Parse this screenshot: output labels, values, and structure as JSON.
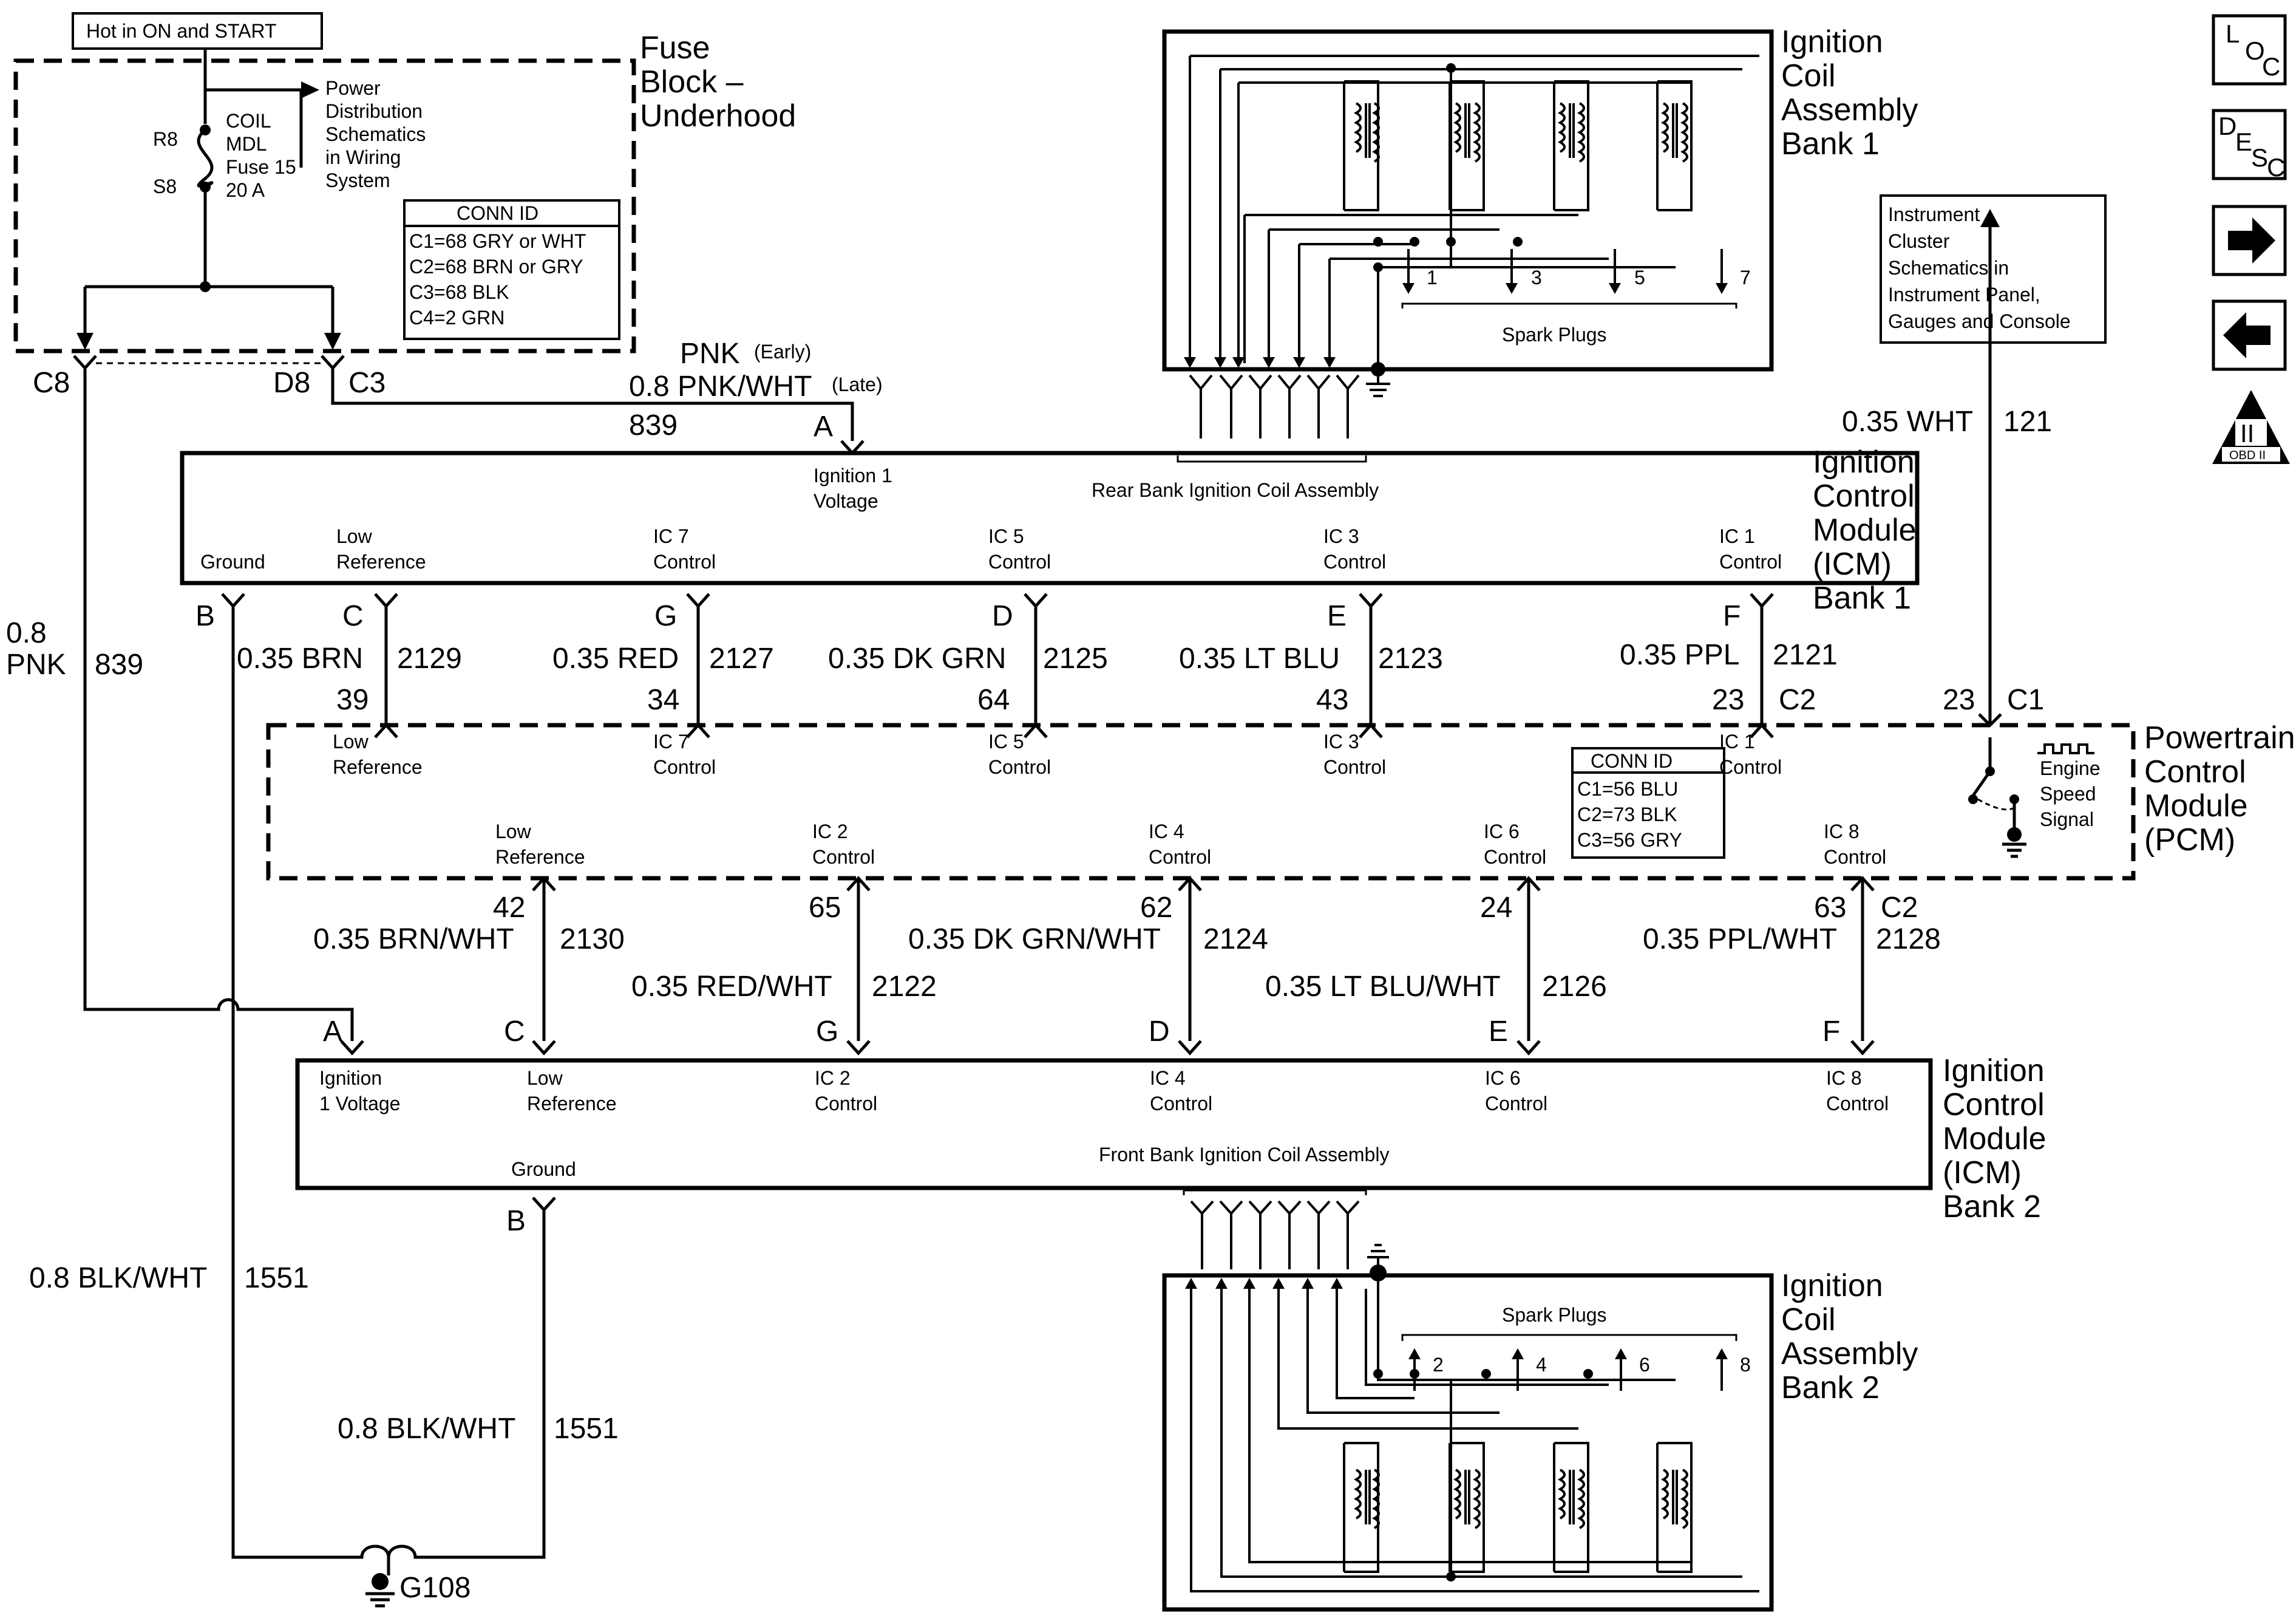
{
  "fuse_block": {
    "hot_label": "Hot in ON and START",
    "title": [
      "Fuse",
      "Block –",
      "Underhood"
    ],
    "power_dist": [
      "Power",
      "Distribution",
      "Schematics",
      "in Wiring",
      "System"
    ],
    "fuse": [
      "COIL",
      "MDL",
      "Fuse 15",
      "20 A"
    ],
    "r8": "R8",
    "s8": "S8",
    "conn_title": "CONN ID",
    "conn": [
      "C1=68 GRY or WHT",
      "C2=68 BRN or GRY",
      "C3=68 BLK",
      "C4=2 GRN"
    ],
    "c8": "C8",
    "d8": "D8",
    "c3": "C3"
  },
  "feed": {
    "pnk": "PNK",
    "early": "(Early)",
    "pnk_wht": "0.8 PNK/WHT",
    "late": "(Late)",
    "circuit": "839",
    "pin": "A"
  },
  "left_feed": {
    "gauge": "0.8",
    "color": "PNK",
    "circuit": "839"
  },
  "icm1": {
    "title": [
      "Ignition",
      "Control",
      "Module",
      "(ICM)",
      "Bank 1"
    ],
    "ignition_voltage": [
      "Ignition 1",
      "Voltage"
    ],
    "coil_assembly": "Rear Bank Ignition Coil  Assembly",
    "ground": "Ground",
    "low_ref": [
      "Low",
      "Reference"
    ],
    "ic7": [
      "IC 7",
      "Control"
    ],
    "ic5": [
      "IC 5",
      "Control"
    ],
    "ic3": [
      "IC 3",
      "Control"
    ],
    "ic1": [
      "IC 1",
      "Control"
    ],
    "pins": [
      "B",
      "C",
      "G",
      "D",
      "E",
      "F"
    ]
  },
  "wires_upper": [
    {
      "color": "0.35 BRN",
      "circuit": "2129",
      "pcm_pin": "39"
    },
    {
      "color": "0.35 RED",
      "circuit": "2127",
      "pcm_pin": "34"
    },
    {
      "color": "0.35 DK GRN",
      "circuit": "2125",
      "pcm_pin": "64"
    },
    {
      "color": "0.35 LT BLU",
      "circuit": "2123",
      "pcm_pin": "43"
    },
    {
      "color": "0.35 PPL",
      "circuit": "2121",
      "pcm_pin": "23"
    }
  ],
  "upper_c2": "C2",
  "pcm": {
    "title": [
      "Powertrain",
      "Control",
      "Module",
      "(PCM)"
    ],
    "low_ref_upper": [
      "Low",
      "Reference"
    ],
    "ic7": [
      "IC 7",
      "Control"
    ],
    "ic5": [
      "IC 5",
      "Control"
    ],
    "ic3": [
      "IC 3",
      "Control"
    ],
    "ic1": [
      "IC 1",
      "Control"
    ],
    "low_ref_lower": [
      "Low",
      "Reference"
    ],
    "ic2": [
      "IC 2",
      "Control"
    ],
    "ic4": [
      "IC 4",
      "Control"
    ],
    "ic6": [
      "IC 6",
      "Control"
    ],
    "ic8": [
      "IC 8",
      "Control"
    ],
    "conn_title": "CONN ID",
    "conn": [
      "C1=56 BLU",
      "C2=73 BLK",
      "C3=56 GRY"
    ],
    "engine_speed": [
      "Engine",
      "Speed",
      "Signal"
    ]
  },
  "tach": {
    "pin": "23",
    "conn": "C1",
    "color": "0.35 WHT",
    "circuit": "121",
    "cluster": [
      "Instrument",
      "Cluster",
      "Schematics in",
      "Instrument Panel,",
      "Gauges and Console"
    ]
  },
  "wires_lower": [
    {
      "pcm_pin": "42",
      "color": "0.35 BRN/WHT",
      "circuit": "2130"
    },
    {
      "pcm_pin": "65",
      "color": "0.35 RED/WHT",
      "circuit": "2122"
    },
    {
      "pcm_pin": "62",
      "color": "0.35 DK GRN/WHT",
      "circuit": "2124"
    },
    {
      "pcm_pin": "24",
      "color": "0.35 LT BLU/WHT",
      "circuit": "2126"
    },
    {
      "pcm_pin": "63",
      "color": "0.35 PPL/WHT",
      "circuit": "2128"
    }
  ],
  "lower_c2": "C2",
  "icm2": {
    "title": [
      "Ignition",
      "Control",
      "Module",
      "(ICM)",
      "Bank 2"
    ],
    "pins_top": [
      "A",
      "C",
      "G",
      "D",
      "E",
      "F"
    ],
    "ignition_voltage": [
      "Ignition",
      "1 Voltage"
    ],
    "low_ref": [
      "Low",
      "Reference"
    ],
    "ic2": [
      "IC 2",
      "Control"
    ],
    "ic4": [
      "IC 4",
      "Control"
    ],
    "ic6": [
      "IC 6",
      "Control"
    ],
    "ic8": [
      "IC 8",
      "Control"
    ],
    "ground": "Ground",
    "coil_assembly": "Front Bank Ignition Coil Assembly",
    "pin_b": "B"
  },
  "ground": {
    "color_left": "0.8 BLK/WHT",
    "circuit_left": "1551",
    "color_right": "0.8 BLK/WHT",
    "circuit_right": "1551",
    "name": "G108"
  },
  "coil_bank1": {
    "title": [
      "Ignition",
      "Coil",
      "Assembly",
      "Bank 1"
    ],
    "spark_plugs": "Spark Plugs",
    "plugs": [
      "1",
      "3",
      "5",
      "7"
    ]
  },
  "coil_bank2": {
    "title": [
      "Ignition",
      "Coil",
      "Assembly",
      "Bank 2"
    ],
    "spark_plugs": "Spark Plugs",
    "plugs": [
      "2",
      "4",
      "6",
      "8"
    ]
  },
  "nav": {
    "loc": [
      "L",
      "O",
      "C"
    ],
    "desc": [
      "D",
      "E",
      "S",
      "C"
    ],
    "forward_icon": "right-arrow-icon",
    "back_icon": "left-arrow-icon",
    "obd_big": "II",
    "obd_small": "OBD II"
  }
}
